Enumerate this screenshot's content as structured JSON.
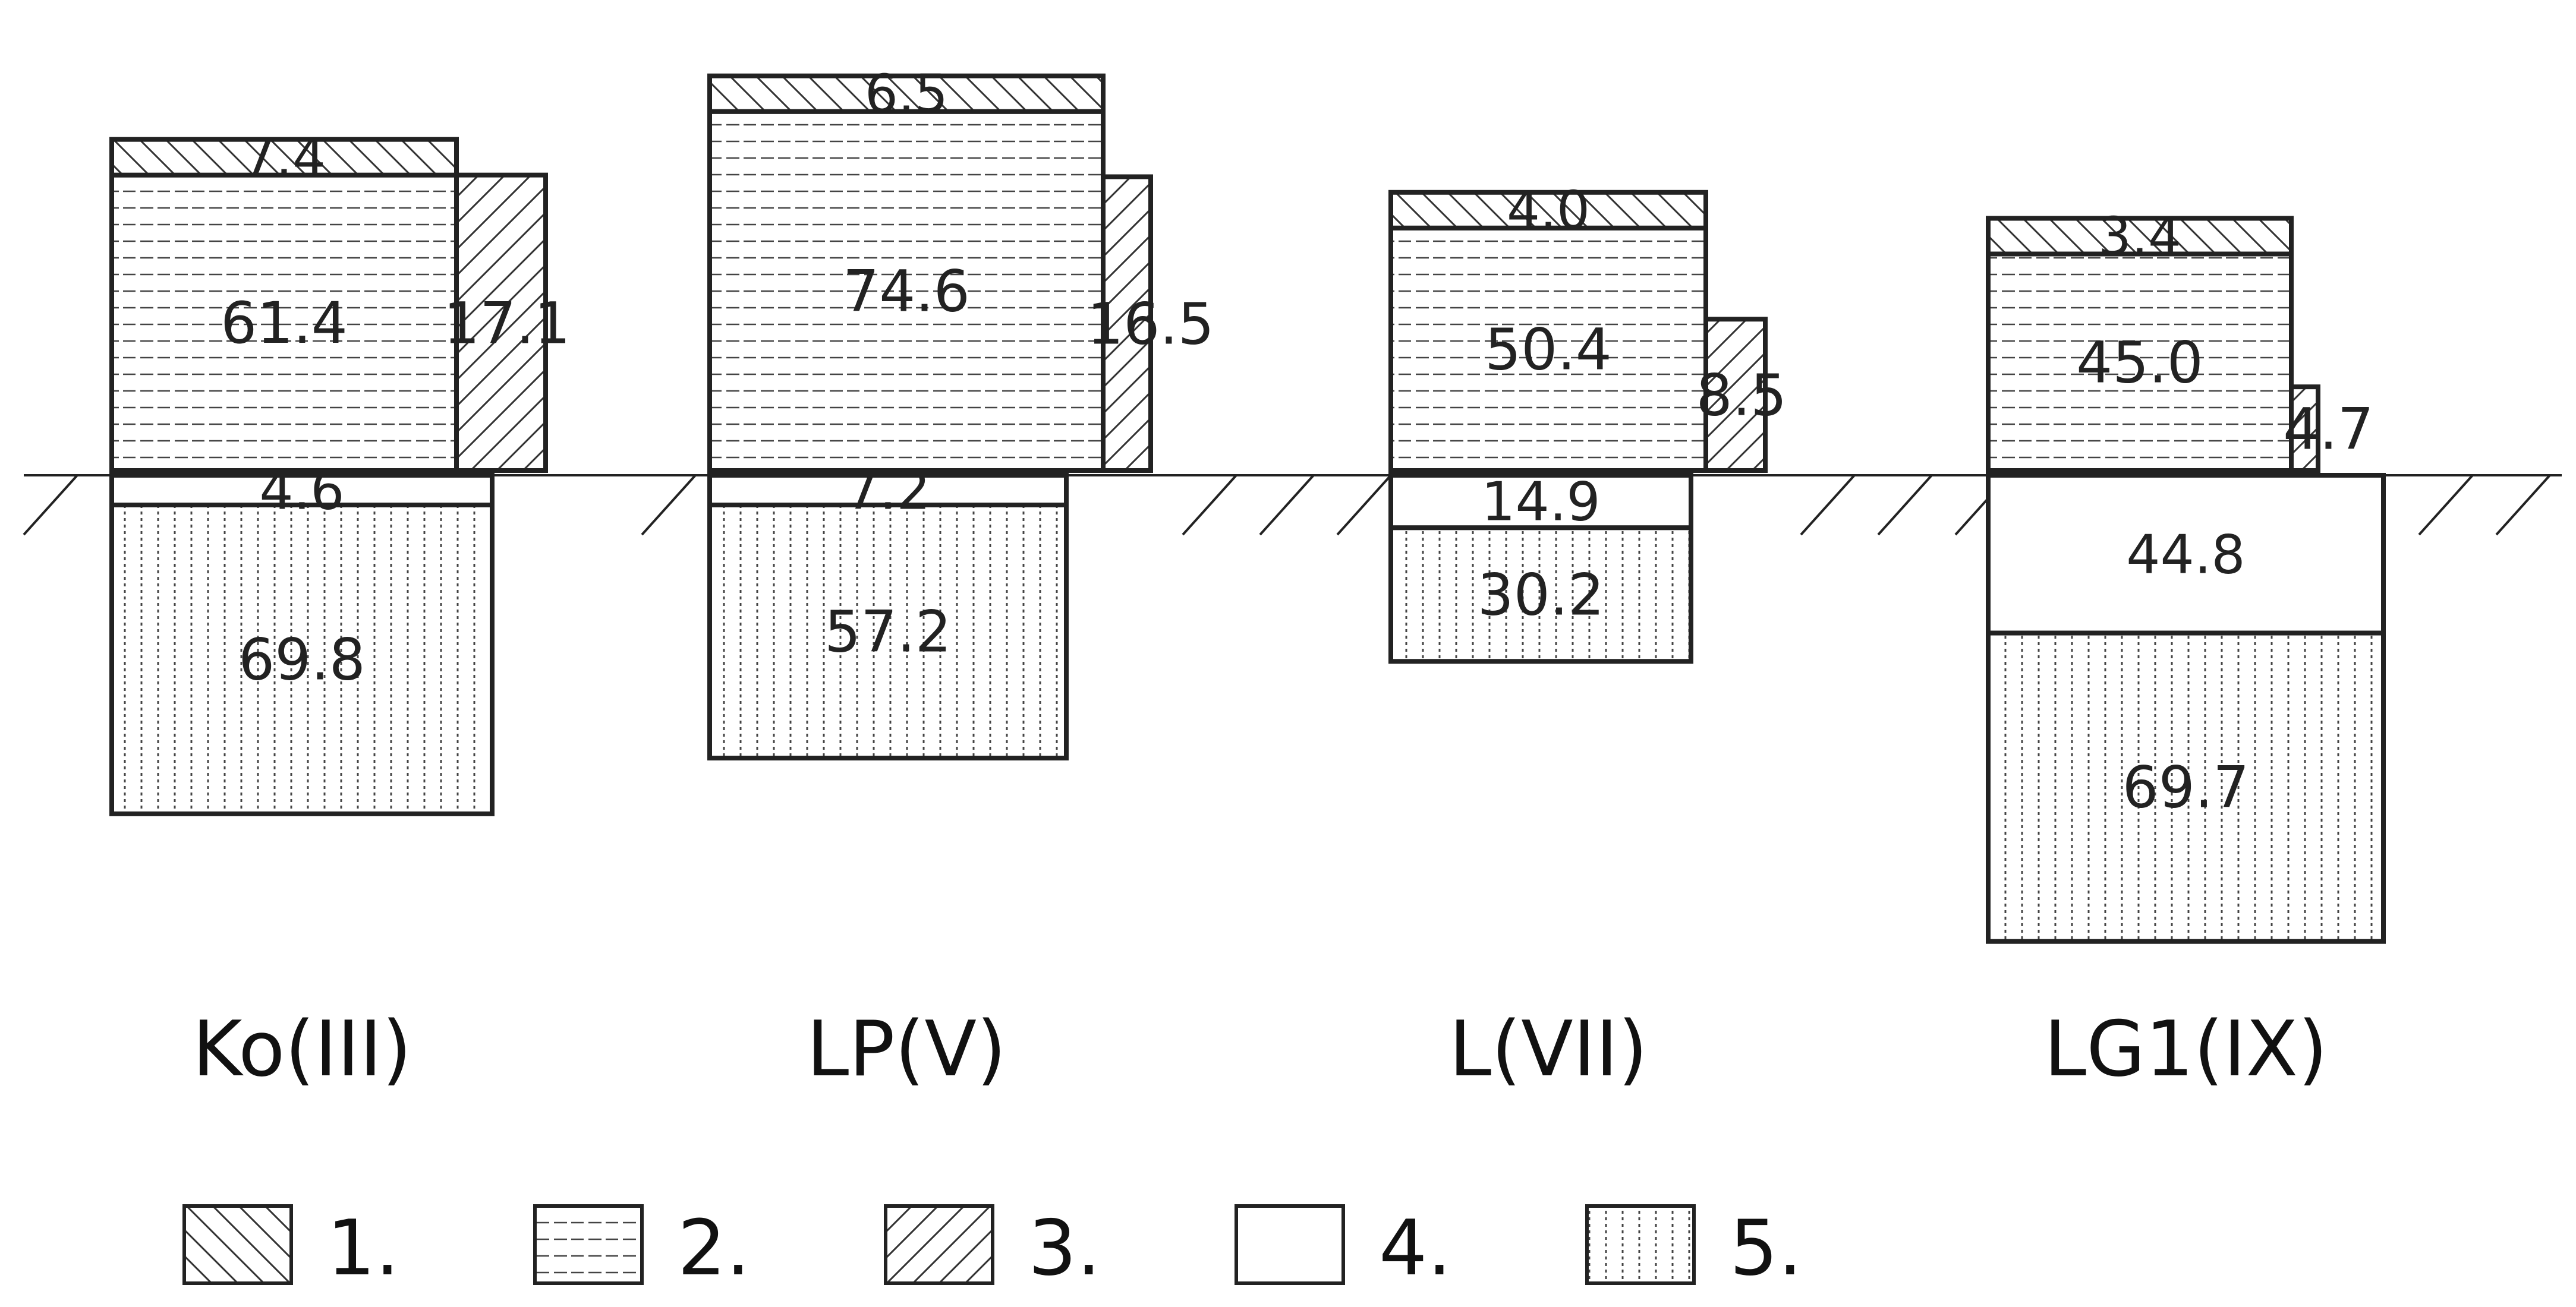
{
  "chart_data": {
    "type": "bar",
    "title": "",
    "xlabel": "",
    "ylabel": "",
    "grid": false,
    "legend_position": "bottom",
    "categories": [
      "Ko(III)",
      "LP(V)",
      "L(VII)",
      "LG1(IX)"
    ],
    "series": [
      {
        "name": "1.",
        "pattern": "hatch-backslash",
        "position": "above",
        "values": [
          7.4,
          6.5,
          4.0,
          3.4
        ]
      },
      {
        "name": "2.",
        "pattern": "dashes",
        "position": "above",
        "values": [
          61.4,
          74.6,
          50.4,
          45.0
        ]
      },
      {
        "name": "3.",
        "pattern": "hatch-slash",
        "position": "above-side",
        "values": [
          17.1,
          16.5,
          8.5,
          4.7
        ]
      },
      {
        "name": "4.",
        "pattern": "blank",
        "position": "below",
        "values": [
          4.6,
          7.2,
          14.9,
          44.8
        ]
      },
      {
        "name": "5.",
        "pattern": "dots",
        "position": "below",
        "values": [
          69.8,
          57.2,
          30.2,
          69.7
        ]
      }
    ],
    "colors": {
      "stroke": "#222222",
      "pattern": "#333333",
      "background": "#ffffff"
    }
  }
}
